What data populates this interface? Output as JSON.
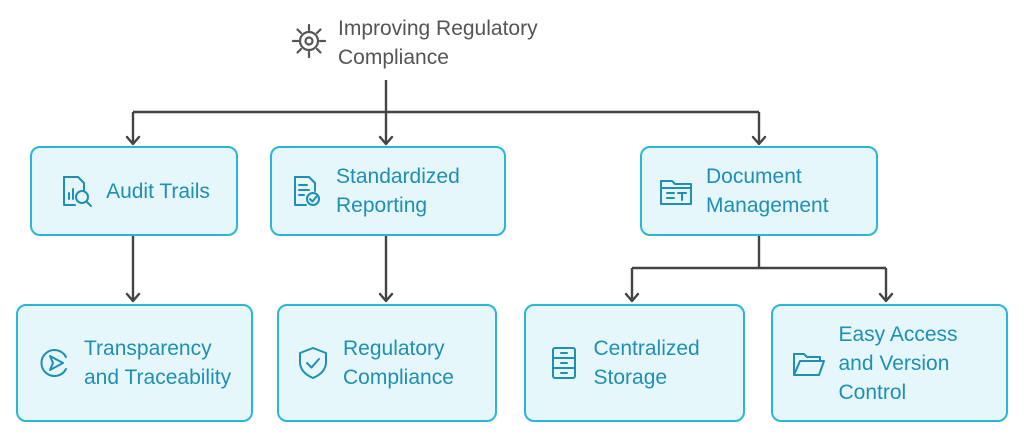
{
  "root": {
    "title": "Improving Regulatory Compliance",
    "icon": "gear-icon"
  },
  "nodes": {
    "audit_trails": {
      "label": "Audit Trails",
      "icon": "audit-search-icon"
    },
    "standardized_reporting": {
      "label": "Standardized Reporting",
      "icon": "report-check-icon"
    },
    "document_management": {
      "label": "Document Management",
      "icon": "document-folder-icon"
    },
    "transparency": {
      "label": "Transparency and Traceability",
      "icon": "traceability-icon"
    },
    "regulatory_compliance": {
      "label": "Regulatory Compliance",
      "icon": "shield-check-icon"
    },
    "centralized_storage": {
      "label": "Centralized Storage",
      "icon": "filing-cabinet-icon"
    },
    "easy_access": {
      "label": "Easy Access and Version Control",
      "icon": "open-folder-icon"
    }
  },
  "colors": {
    "node_fill": "#e6f7fc",
    "node_border": "#29b6d8",
    "node_text": "#1f8fb3",
    "connector": "#444444",
    "root_text": "#555555"
  }
}
